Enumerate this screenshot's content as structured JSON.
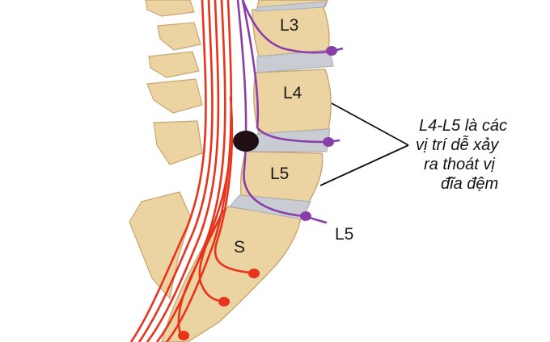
{
  "labels": {
    "l3": "L3",
    "l4": "L4",
    "l5": "L5",
    "s": "S",
    "nerve_l5": "L5"
  },
  "annotation": {
    "line1": "L4-L5 là các",
    "line2": "vị trí dễ xảy",
    "line3": "ra thoát vị",
    "line4": "đĩa đệm"
  },
  "colors": {
    "bone": "#ecd3a2",
    "bone_edge": "#c9a571",
    "disc": "#c9ccd2",
    "spinal_nerve_red": "#e8341c",
    "nerve_root_purple": "#8a3fa8",
    "herniation": "#1f0f14"
  }
}
